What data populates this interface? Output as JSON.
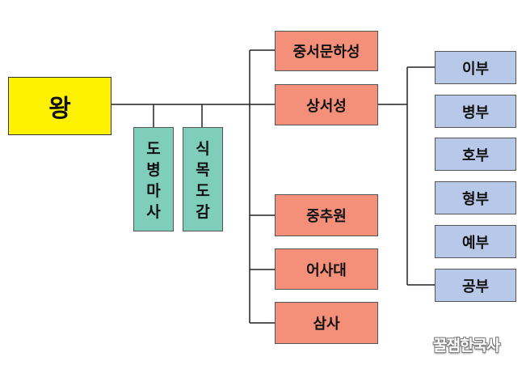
{
  "root": {
    "label": "왕"
  },
  "advisory": [
    {
      "label": "도병마사",
      "chars": [
        "도",
        "병",
        "마",
        "사"
      ]
    },
    {
      "label": "식목도감",
      "chars": [
        "식",
        "목",
        "도",
        "감"
      ]
    }
  ],
  "departments": [
    {
      "label": "중서문하성"
    },
    {
      "label": "상서성"
    },
    {
      "label": "중추원"
    },
    {
      "label": "어사대"
    },
    {
      "label": "삼사"
    }
  ],
  "ministries": [
    {
      "label": "이부"
    },
    {
      "label": "병부"
    },
    {
      "label": "호부"
    },
    {
      "label": "형부"
    },
    {
      "label": "예부"
    },
    {
      "label": "공부"
    }
  ],
  "watermark": {
    "text": "꿀잼한국사"
  }
}
